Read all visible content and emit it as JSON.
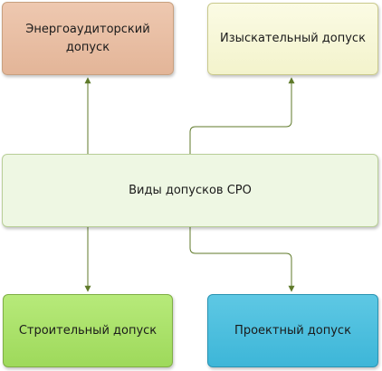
{
  "nodes": {
    "energy": "Энергоаудиторский допуск",
    "survey": "Изыскательный допуск",
    "center": "Виды допусков СРО",
    "build": "Строительный допуск",
    "project": "Проектный допуск"
  },
  "colors": {
    "connector": "#5f7a2a",
    "energy_fill": "#e8bea4",
    "survey_fill": "#f8f8d8",
    "center_fill": "#eef7e3",
    "build_fill": "#aee16c",
    "project_fill": "#4bbedd"
  }
}
